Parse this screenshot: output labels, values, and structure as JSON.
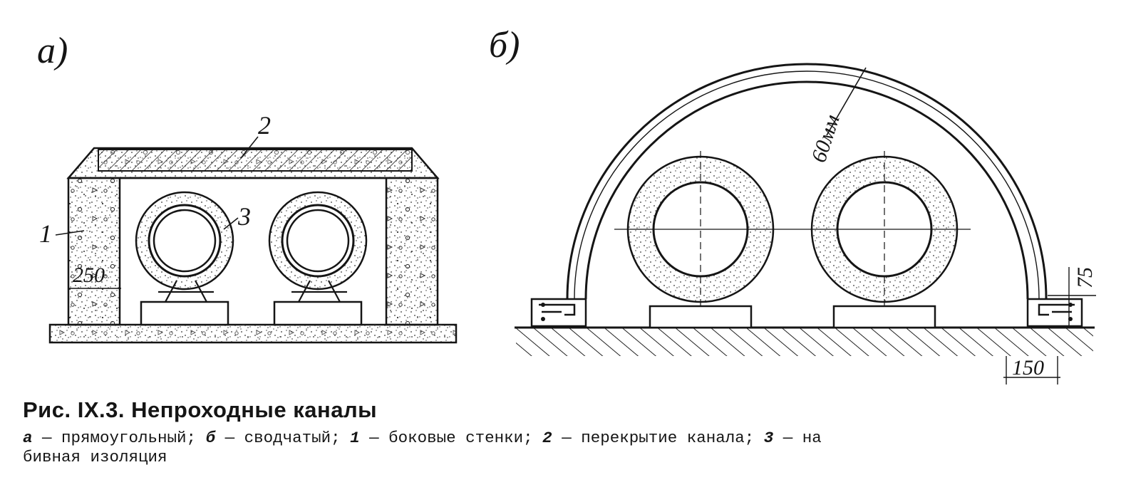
{
  "figure": {
    "panel_a": {
      "letter": "а)",
      "labels": {
        "side_walls": "1",
        "channel_cover": "2",
        "insulation": "3"
      },
      "dimension": "250"
    },
    "panel_b": {
      "letter": "б)",
      "dimensions": {
        "thickness": "60мм",
        "height": "75",
        "width": "150"
      }
    }
  },
  "caption": {
    "title": "Рис. IX.3. Непроходные каналы",
    "legend": [
      {
        "key": "а",
        "text": " — прямоугольный; "
      },
      {
        "key": "б",
        "text": " — сводчатый; "
      },
      {
        "key": "1",
        "text": " — боковые стенки; "
      },
      {
        "key": "2",
        "text": " — перекрытие канала; "
      },
      {
        "key": "3",
        "text": " — на"
      }
    ],
    "legend_line2": "бивная изоляция"
  }
}
